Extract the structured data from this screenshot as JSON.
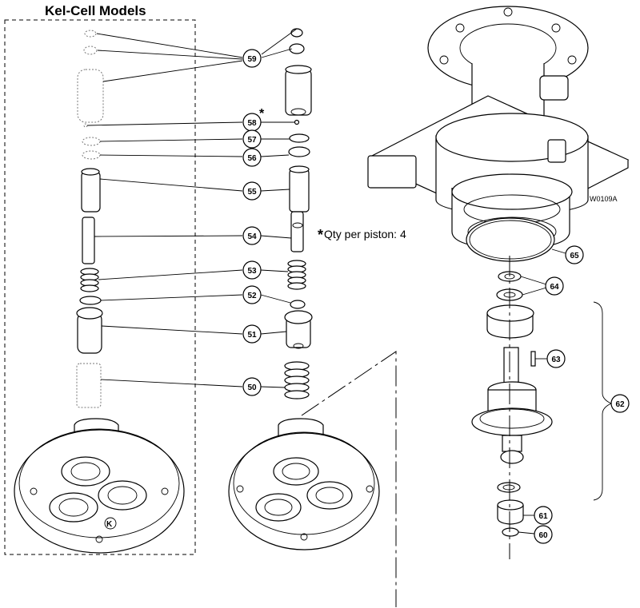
{
  "title": "Kel-Cell Models",
  "note": {
    "star": "*",
    "text": "Qty per piston: 4"
  },
  "figure_ref": "W0109A",
  "callout_star": "*",
  "callouts": [
    {
      "id": "c59",
      "label": "59"
    },
    {
      "id": "c58",
      "label": "58"
    },
    {
      "id": "c57",
      "label": "57"
    },
    {
      "id": "c56",
      "label": "56"
    },
    {
      "id": "c55",
      "label": "55"
    },
    {
      "id": "c54",
      "label": "54"
    },
    {
      "id": "c53",
      "label": "53"
    },
    {
      "id": "c52",
      "label": "52"
    },
    {
      "id": "c51",
      "label": "51"
    },
    {
      "id": "c50",
      "label": "50"
    },
    {
      "id": "c65",
      "label": "65"
    },
    {
      "id": "c64",
      "label": "64"
    },
    {
      "id": "c63",
      "label": "63"
    },
    {
      "id": "c62",
      "label": "62"
    },
    {
      "id": "c61",
      "label": "61"
    },
    {
      "id": "c60",
      "label": "60"
    }
  ]
}
